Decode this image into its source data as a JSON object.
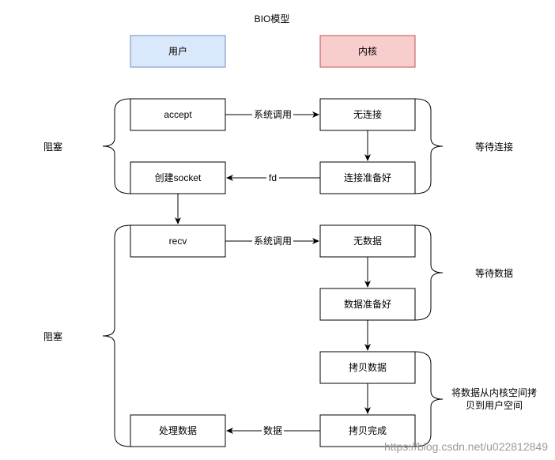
{
  "title": "BIO模型",
  "columns": {
    "user": {
      "label": "用户",
      "fill": "#dae8fc",
      "stroke": "#6c8ebf"
    },
    "kernel": {
      "label": "内核",
      "fill": "#f8cecc",
      "stroke": "#b85450"
    }
  },
  "nodes": {
    "accept": "accept",
    "no_connection": "无连接",
    "connection_ready": "连接准备好",
    "create_socket": "创建socket",
    "recv": "recv",
    "no_data": "无数据",
    "data_ready": "数据准备好",
    "copy_data": "拷贝数据",
    "copy_done": "拷贝完成",
    "process_data": "处理数据"
  },
  "edges": {
    "syscall_1": "系统调用",
    "fd": "fd",
    "syscall_2": "系统调用",
    "data": "数据"
  },
  "braces": {
    "block_1": "阻塞",
    "wait_connection": "等待连接",
    "block_2": "阻塞",
    "wait_data": "等待数据",
    "copy_line1": "将数据从内核空间拷",
    "copy_line2": "贝到用户空间"
  },
  "watermark": "https://blog.csdn.net/u022812849"
}
